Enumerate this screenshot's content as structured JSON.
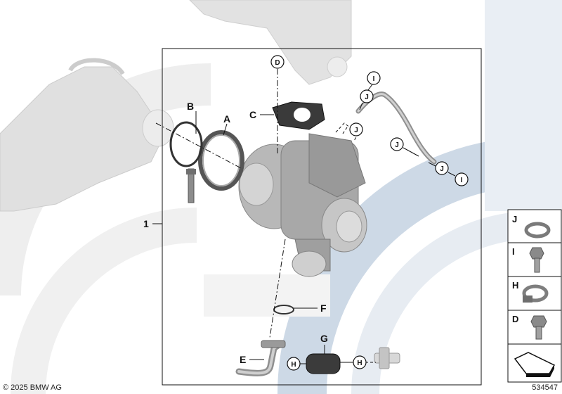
{
  "diagram": {
    "main_label": "1",
    "callouts": {
      "A": "A",
      "B": "B",
      "C": "C",
      "D": "D",
      "E": "E",
      "F": "F",
      "G": "G",
      "H": "H",
      "I": "I",
      "J": "J"
    },
    "legend": [
      "J",
      "I",
      "H",
      "D"
    ]
  },
  "footer": {
    "copyright": "© 2025 BMW AG",
    "doc_number": "534547"
  },
  "colors": {
    "watermark_blue": "#cdd9e6",
    "watermark_grey": "#ececec",
    "ghost_part": "#dcdcdc",
    "part_grey": "#a9a9a9",
    "line": "#111111"
  }
}
